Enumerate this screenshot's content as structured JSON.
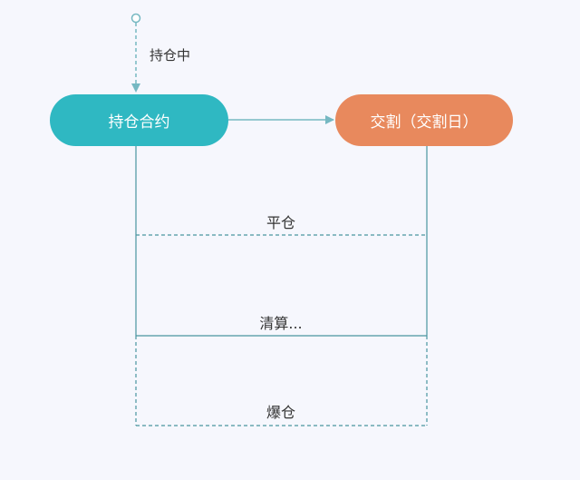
{
  "nodes": {
    "holding_contract": "持仓合约",
    "delivery": "交割（交割日）"
  },
  "labels": {
    "holding": "持仓中",
    "close_position": "平仓",
    "settlement": "清算...",
    "liquidation": "爆仓"
  },
  "colors": {
    "holding_node": "#2fb8c2",
    "delivery_node": "#e8895d",
    "line": "#4a95a0",
    "background": "#f6f7fd"
  }
}
